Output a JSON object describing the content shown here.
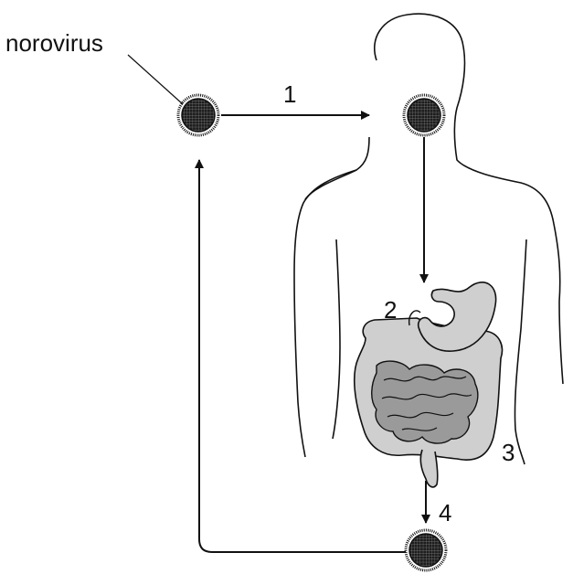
{
  "labels": {
    "virus_name": "norovirus",
    "step1": "1",
    "step2": "2",
    "step3": "3",
    "step4": "4"
  },
  "colors": {
    "line": "#111111",
    "organ_fill": "#cfcfcf",
    "organ_dark": "#9a9a9a",
    "virus_fill": "#2a2a2a"
  },
  "icons": {
    "virus": "norovirus-particle-icon",
    "stomach": "stomach-icon",
    "intestines": "intestines-icon",
    "body": "human-body-outline"
  }
}
